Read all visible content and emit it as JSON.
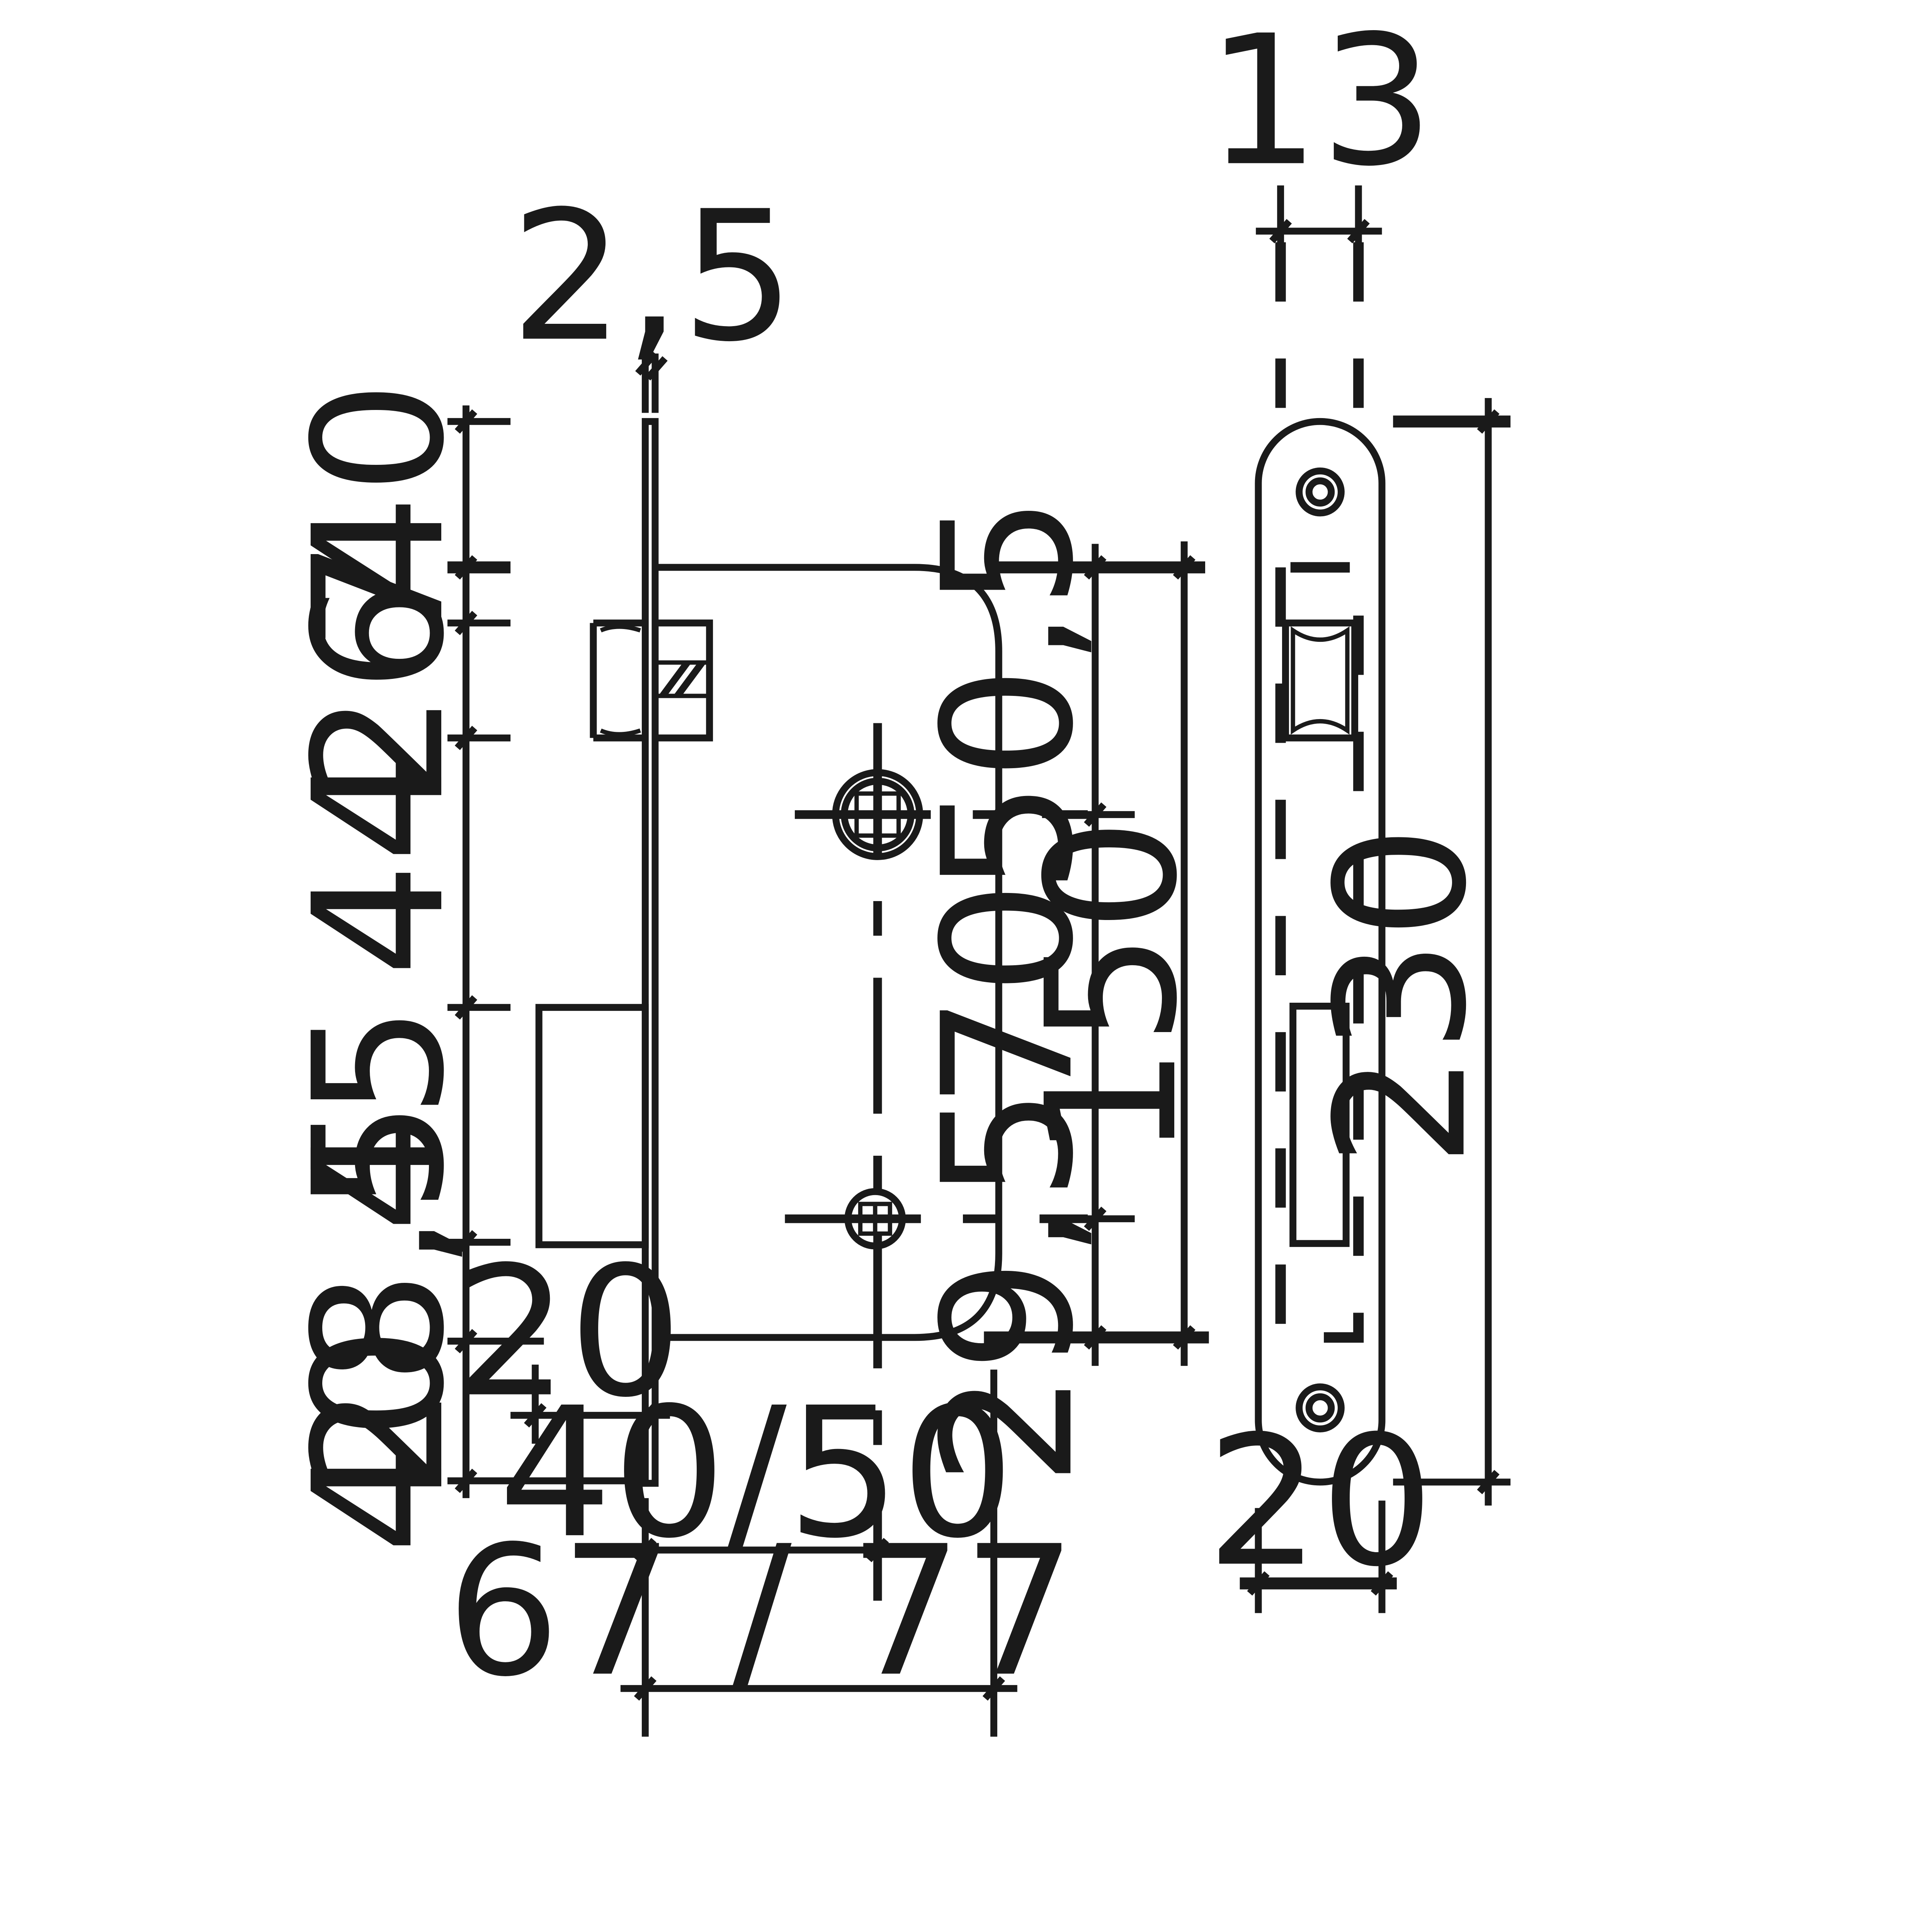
{
  "dimensions": {
    "top_width": "13",
    "faceplate_thickness": "2,5",
    "left_40_top": "40",
    "left_7": "7",
    "left_26": "26",
    "left_44": "44",
    "left_45": "45",
    "left_28_5": "28,5",
    "left_40_bottom": "40",
    "bolt_projection": "20",
    "backset": "40/50",
    "case_depth": "67 / 77",
    "spindle_to_top": "50,5",
    "centres": "70",
    "key_to_bottom": "29,5",
    "case_height": "150",
    "faceplate_height": "230",
    "faceplate_width": "20"
  }
}
